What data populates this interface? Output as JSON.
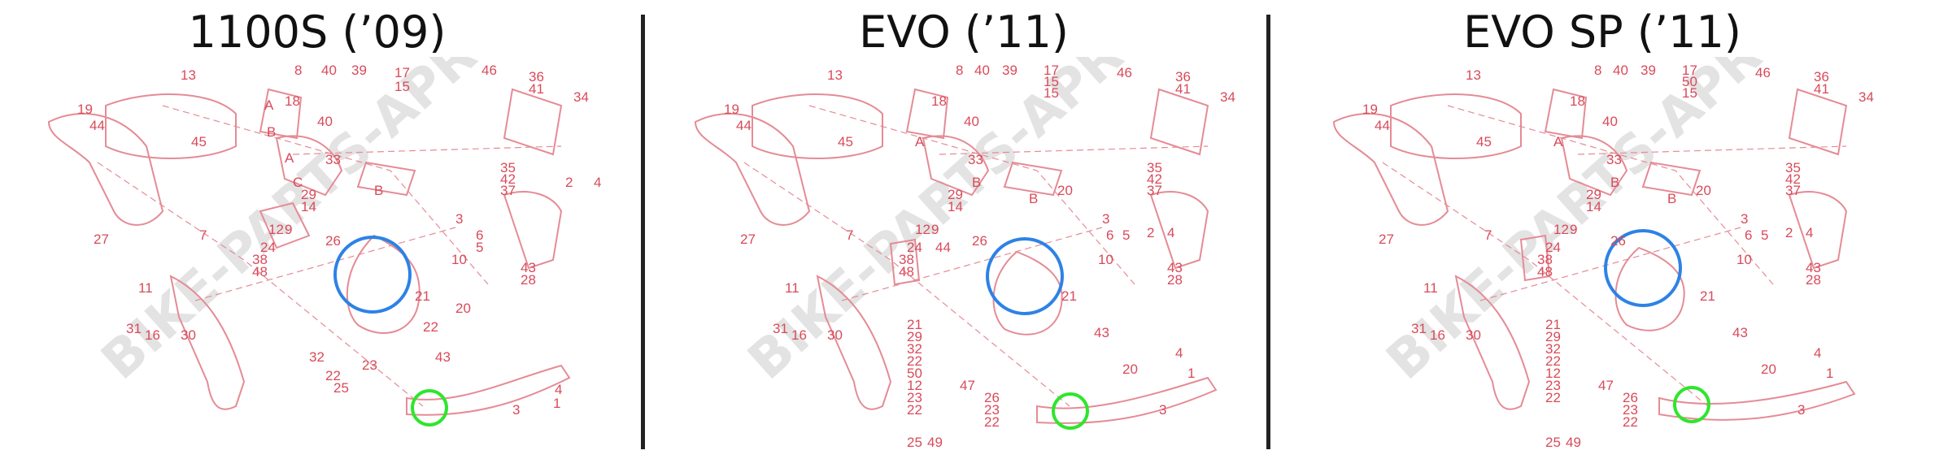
{
  "colors": {
    "title": "#111111",
    "parts": "#e58b95",
    "labels": "#d94a5a",
    "highlight_blue": "#2d82e6",
    "highlight_green": "#2ee62d",
    "divider": "#222222",
    "watermark": "#d8d8d8"
  },
  "watermark": "BIKE-PARTS-APR.",
  "panels": [
    {
      "title": "1100S (’09)",
      "labels": [
        "8",
        "13",
        "40",
        "39",
        "17",
        "15",
        "46",
        "36",
        "41",
        "34",
        "19",
        "44",
        "18",
        "40",
        "45",
        "33",
        "35",
        "42",
        "37",
        "2",
        "4",
        "29",
        "14",
        "3",
        "12",
        "9",
        "6",
        "5",
        "27",
        "7",
        "24",
        "38",
        "48",
        "11",
        "26",
        "10",
        "43",
        "28",
        "21",
        "31",
        "16",
        "30",
        "20",
        "22",
        "32",
        "23",
        "22",
        "25",
        "3",
        "1",
        "4",
        "43",
        "A",
        "B",
        "B",
        "A",
        "C"
      ]
    },
    {
      "title": "EVO (’11)",
      "labels": [
        "8",
        "13",
        "40",
        "39",
        "17",
        "15",
        "15",
        "46",
        "36",
        "41",
        "34",
        "19",
        "44",
        "18",
        "40",
        "45",
        "33",
        "35",
        "42",
        "37",
        "20",
        "29",
        "14",
        "3",
        "12",
        "9",
        "6",
        "5",
        "2",
        "4",
        "27",
        "7",
        "24",
        "38",
        "48",
        "44",
        "11",
        "26",
        "10",
        "43",
        "28",
        "21",
        "31",
        "16",
        "30",
        "21",
        "29",
        "32",
        "22",
        "50",
        "12",
        "23",
        "22",
        "43",
        "47",
        "26",
        "23",
        "22",
        "25",
        "49",
        "20",
        "4",
        "1",
        "3",
        "B",
        "B",
        "A"
      ]
    },
    {
      "title": "EVO SP (’11)",
      "labels": [
        "8",
        "13",
        "40",
        "39",
        "17",
        "50",
        "15",
        "46",
        "36",
        "41",
        "34",
        "19",
        "44",
        "18",
        "40",
        "45",
        "33",
        "35",
        "42",
        "37",
        "20",
        "29",
        "14",
        "3",
        "12",
        "9",
        "6",
        "5",
        "2",
        "4",
        "27",
        "7",
        "24",
        "38",
        "48",
        "11",
        "26",
        "10",
        "43",
        "28",
        "21",
        "31",
        "16",
        "30",
        "21",
        "29",
        "32",
        "22",
        "12",
        "23",
        "22",
        "43",
        "47",
        "26",
        "23",
        "22",
        "25",
        "49",
        "20",
        "4",
        "1",
        "3",
        "B",
        "B",
        "A"
      ]
    }
  ]
}
